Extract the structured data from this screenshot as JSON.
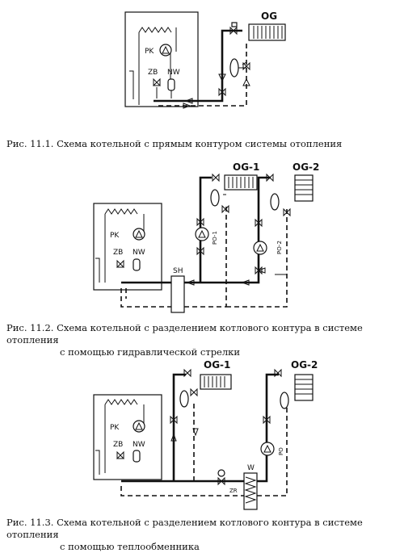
{
  "figures": [
    {
      "caption": "Рис. 11.1. Схема котельной с прямым контуром системы отопления",
      "caption_cont": "",
      "labels": {
        "radiator": "OG",
        "pump": "PK",
        "valve": "ZB",
        "tank": "NW"
      }
    },
    {
      "caption": "Рис. 11.2. Схема котельной с разделением котлового контура в системе отопления",
      "caption_cont": "с помощью гидравлической стрелки",
      "labels": {
        "radiator1": "OG-1",
        "radiator2": "OG-2",
        "pump": "PK",
        "valve": "ZB",
        "tank": "NW",
        "separator": "SH",
        "pump1": "PO-1",
        "pump2": "PO-2"
      }
    },
    {
      "caption": "Рис. 11.3. Схема котельной с разделением котлового контура в системе отопления",
      "caption_cont": "с помощью теплообменника",
      "labels": {
        "radiator1": "OG-1",
        "radiator2": "OG-2",
        "pump": "PK",
        "valve": "ZB",
        "tank": "NW",
        "exchanger": "W",
        "reg": "ZR",
        "pump2": "PO"
      }
    }
  ]
}
